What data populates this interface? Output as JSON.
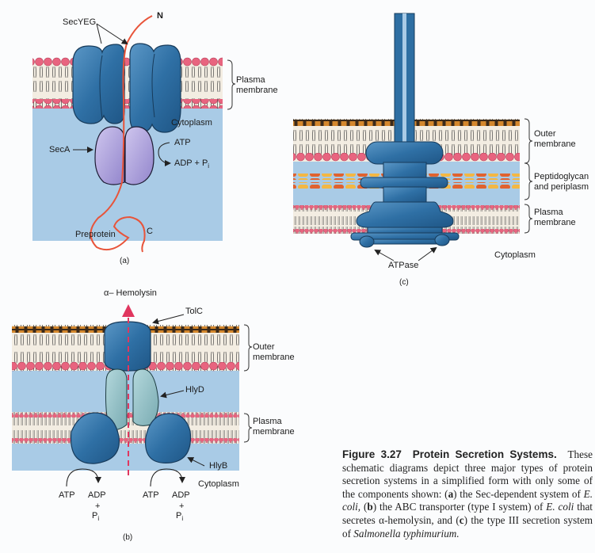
{
  "figure": {
    "colors": {
      "cytoplasm_bg": "#a9cbe6",
      "membrane_bg": "#f3ede2",
      "lipid_head": "#e8647f",
      "protein_blue": "#2e6fa3",
      "seca_purple": "#a79bd6",
      "hlyd_teal": "#8fbfc4",
      "preprotein_red": "#e8543a",
      "lps_orange": "#d4872c",
      "hemolysin_arrow": "#e0365f"
    },
    "panel_a": {
      "secyeg": "SecYEG",
      "n_terminus": "N",
      "plasma_membrane_1": "Plasma",
      "plasma_membrane_2": "membrane",
      "cytoplasm": "Cytoplasm",
      "seca": "SecA",
      "atp": "ATP",
      "adp": "ADP + P",
      "adp_sub": "i",
      "preprotein": "Preprotein",
      "c_terminus": "C",
      "panel_label": "(a)"
    },
    "panel_b": {
      "hemolysin": "α– Hemolysin",
      "tolc": "TolC",
      "outer_membrane_1": "Outer",
      "outer_membrane_2": "membrane",
      "hlyd": "HlyD",
      "plasma_membrane_1": "Plasma",
      "plasma_membrane_2": "membrane",
      "hlyb": "HlyB",
      "cytoplasm": "Cytoplasm",
      "atp_left": "ATP",
      "adp_left": "ADP",
      "plus_left": "+",
      "pi_left": "P",
      "pi_sub": "i",
      "atp_right": "ATP",
      "adp_right": "ADP",
      "plus_right": "+",
      "pi_right": "P",
      "panel_label": "(b)"
    },
    "panel_c": {
      "outer_membrane_1": "Outer",
      "outer_membrane_2": "membrane",
      "peptidoglycan_1": "Peptidoglycan",
      "peptidoglycan_2": "and periplasm",
      "plasma_membrane_1": "Plasma",
      "plasma_membrane_2": "membrane",
      "cytoplasm": "Cytoplasm",
      "atpase": "ATPase",
      "panel_label": "(c)"
    },
    "caption": {
      "figure_number": "Figure 3.27",
      "title": "Protein Secretion Systems.",
      "text_1": "These schematic diagrams depict three major types of protein secretion systems in a simplified form with only some of the components shown: (",
      "a": "a",
      "text_2": ") the Sec-dependent system of ",
      "ecoli_1": "E. coli,",
      "text_3": " (",
      "b": "b",
      "text_4": ") the ABC transporter (type I system) of ",
      "ecoli_2": "E. coli",
      "text_5": " that secretes α-hemolysin, and (",
      "c": "c",
      "text_6": ") the type III secretion system of ",
      "organism": "Salmonella typhimurium."
    }
  }
}
